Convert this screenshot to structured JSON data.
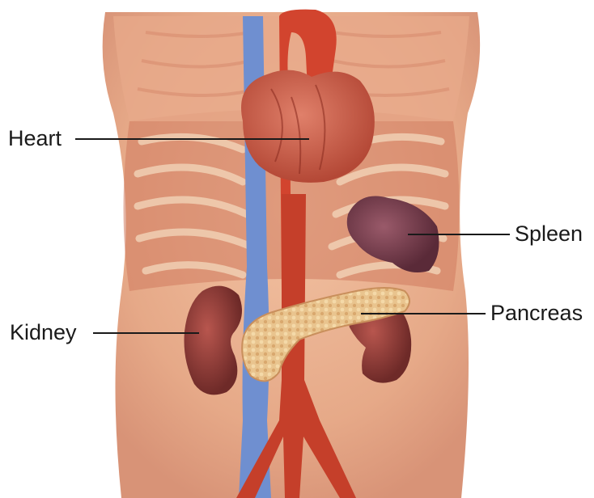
{
  "labels": {
    "heart": "Heart",
    "spleen": "Spleen",
    "pancreas": "Pancreas",
    "kidney": "Kidney"
  },
  "colors": {
    "background": "#ffffff",
    "skin": "#e9b28f",
    "muscle": "#c7614a",
    "heart": "#c95a45",
    "aorta": "#d2442e",
    "vena_cava": "#6f8fd0",
    "spleen": "#6e3a48",
    "pancreas": "#e6c08a",
    "kidney": "#8e3a35",
    "leader_line": "#1a1a1a"
  }
}
